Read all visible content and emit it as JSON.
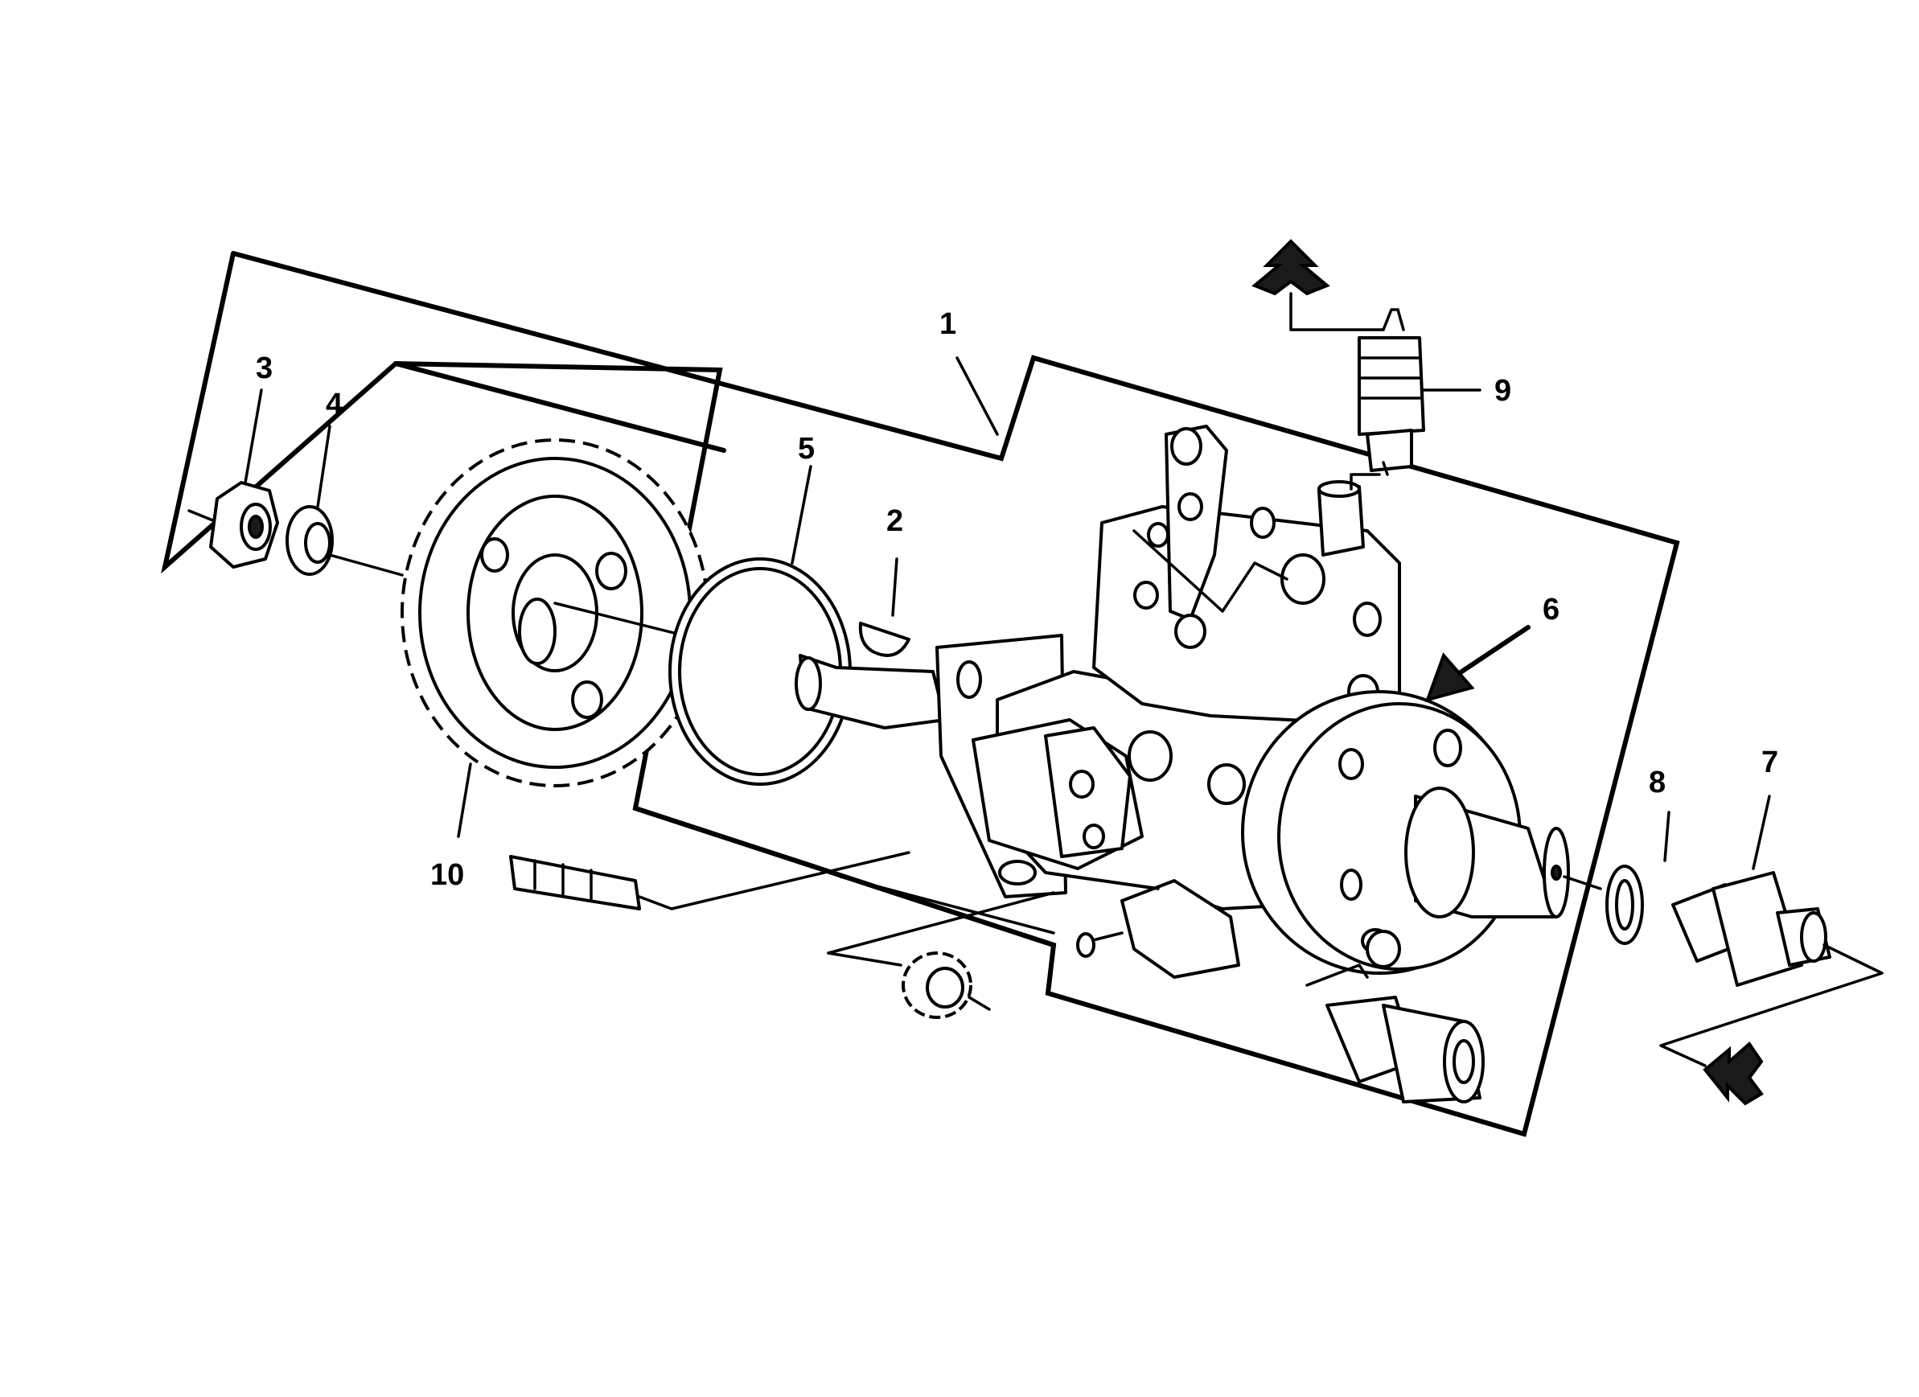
{
  "diagram": {
    "callouts": {
      "c1": "1",
      "c2": "2",
      "c3": "3",
      "c4": "4",
      "c5": "5",
      "c6": "6",
      "c7": "7",
      "c8": "8",
      "c9": "9",
      "c10": "10"
    },
    "line_color": "#000000",
    "background": "#ffffff"
  }
}
